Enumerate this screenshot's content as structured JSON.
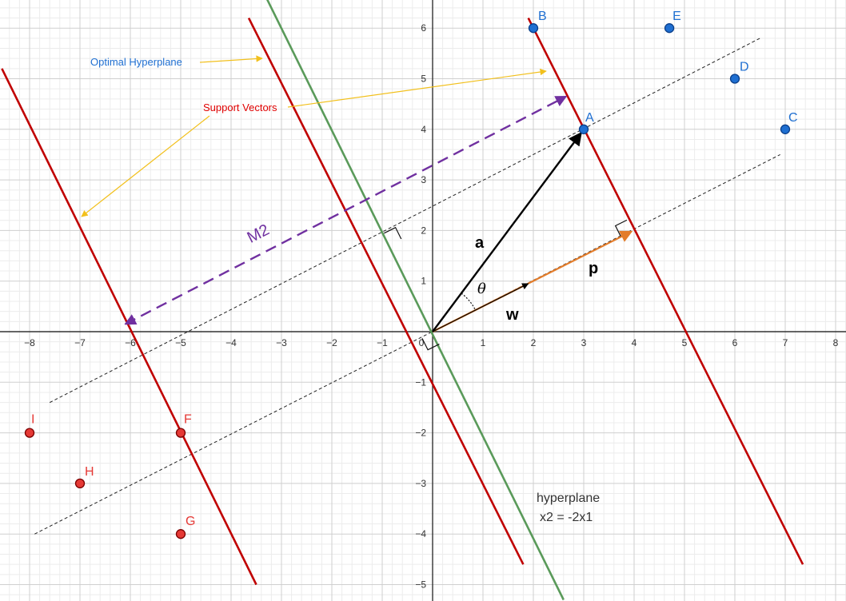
{
  "axes": {
    "x_ticks": [
      "−8",
      "−7",
      "−6",
      "−5",
      "−4",
      "−3",
      "−2",
      "−1",
      "0",
      "1",
      "2",
      "3",
      "4",
      "5",
      "6",
      "7",
      "8"
    ],
    "y_ticks": [
      "6",
      "5",
      "4",
      "3",
      "2",
      "1",
      "−1",
      "−2",
      "−3",
      "−4",
      "−5"
    ],
    "x_tick_values": [
      -8,
      -7,
      -6,
      -5,
      -4,
      -3,
      -2,
      -1,
      0,
      1,
      2,
      3,
      4,
      5,
      6,
      7,
      8
    ],
    "y_tick_values": [
      6,
      5,
      4,
      3,
      2,
      1,
      -1,
      -2,
      -3,
      -4,
      -5
    ],
    "xlim": [
      -8.6,
      8.2
    ],
    "ylim": [
      -5.3,
      6.5
    ]
  },
  "colors": {
    "positive_point": "#1f6fd1",
    "negative_point": "#e53935",
    "support_line": "#c00000",
    "hyperplane": "#5a9a5a",
    "vector": "#000000",
    "w_vector": "#e37c2a",
    "margin_arrow": "#7030a0",
    "annotation_arrow": "#f2c01c",
    "annotation_blue": "#1f6fd1",
    "annotation_red": "#e00000"
  },
  "points": [
    {
      "label": "A",
      "x": 3,
      "y": 4,
      "class": "positive"
    },
    {
      "label": "B",
      "x": 2,
      "y": 6,
      "class": "positive"
    },
    {
      "label": "C",
      "x": 7,
      "y": 4,
      "class": "positive"
    },
    {
      "label": "D",
      "x": 6,
      "y": 5,
      "class": "positive"
    },
    {
      "label": "E",
      "x": 4.7,
      "y": 6,
      "class": "positive"
    },
    {
      "label": "F",
      "x": -5,
      "y": -2,
      "class": "negative"
    },
    {
      "label": "G",
      "x": -5,
      "y": -4,
      "class": "negative"
    },
    {
      "label": "H",
      "x": -7,
      "y": -3,
      "class": "negative"
    },
    {
      "label": "I",
      "x": -8,
      "y": -2,
      "class": "negative"
    }
  ],
  "lines": {
    "support_positive": {
      "x1": 1.9,
      "y1": 6.2,
      "x2": 7.35,
      "y2": -4.6
    },
    "support_negative": {
      "x1": -8.55,
      "y1": 5.2,
      "x2": -3.5,
      "y2": -5.0
    },
    "middle_red": {
      "x1": -3.65,
      "y1": 6.2,
      "x2": 1.8,
      "y2": -4.6
    },
    "hyperplane": {
      "x1": -3.3,
      "y1": 6.6,
      "x2": 2.6,
      "y2": -5.3
    },
    "dashed_upper": {
      "x1": -7.6,
      "y1": -1.4,
      "x2": 6.5,
      "y2": 5.8
    },
    "dashed_lower": {
      "x1": -7.9,
      "y1": -4.0,
      "x2": 6.9,
      "y2": 3.5
    }
  },
  "vectors": {
    "a": {
      "from": [
        0,
        0
      ],
      "to": [
        2.95,
        3.93
      ],
      "label": "a"
    },
    "p": {
      "from": [
        0,
        0
      ],
      "to": [
        3.95,
        1.98
      ],
      "label": "p"
    },
    "w": {
      "from": [
        0,
        0
      ],
      "to": [
        1.9,
        0.95
      ],
      "label": "w"
    },
    "theta": "θ"
  },
  "margin_arrow": {
    "from": [
      -6.1,
      0.15
    ],
    "to": [
      2.65,
      4.65
    ],
    "label": "M2"
  },
  "annotations": {
    "optimal_hyperplane": "Optimal Hyperplane",
    "support_vectors": "Support Vectors",
    "hyperplane_title": "hyperplane",
    "hyperplane_equation": "x2 = -2x1"
  }
}
